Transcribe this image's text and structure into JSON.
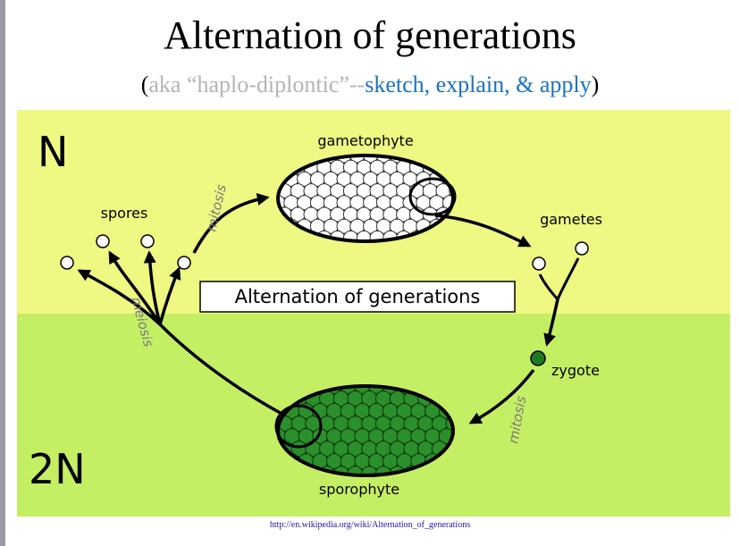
{
  "slide": {
    "title": "Alternation of generations",
    "subtitle": {
      "open_paren": "(",
      "aka_text": "aka “haplo-diplontic”--",
      "emphasis_text": "sketch, explain, & apply",
      "close_paren": ")"
    },
    "source_link": "http://en.wikipedia.org/wiki/Alternation_of_generations"
  },
  "diagram": {
    "zone_haploid_label": "N",
    "zone_diploid_label": "2N",
    "center_label": "Alternation of generations",
    "gametophyte_label": "gametophyte",
    "sporophyte_label": "sporophyte",
    "spores_label": "spores",
    "gametes_label": "gametes",
    "zygote_label": "zygote",
    "mitosis_label_top": "mitosis",
    "mitosis_label_bottom": "mitosis",
    "meiosis_label": "meiosis",
    "colors": {
      "haploid_zone": "#eef882",
      "diploid_zone": "#c4ef65",
      "sporophyte_fill": "#1d5c1d",
      "sporophyte_cell": "#2b8f2b",
      "zygote": "#1f7a1f",
      "arrow": "#000000",
      "process_label": "#7a7a7a"
    }
  }
}
